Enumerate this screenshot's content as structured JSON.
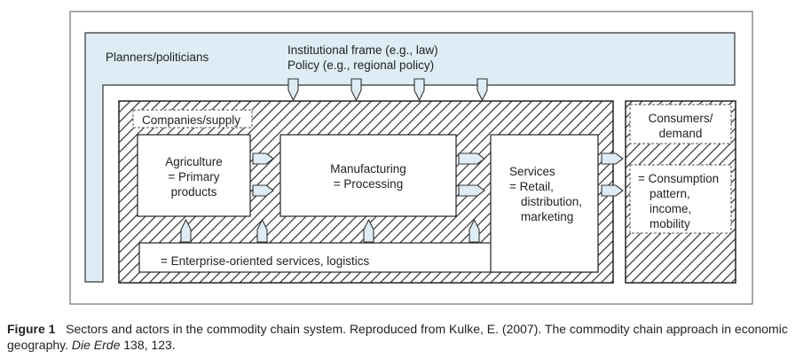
{
  "diagram": {
    "planners": "Planners/politicians",
    "institutional_line1": "Institutional frame (e.g., law)",
    "institutional_line2": "Policy (e.g., regional policy)",
    "companies": "Companies/supply",
    "agriculture": [
      "Agriculture",
      "= Primary",
      "products"
    ],
    "manufacturing": [
      "Manufacturing",
      "= Processing"
    ],
    "services": [
      "Services",
      "= Retail,",
      "distribution,",
      "marketing"
    ],
    "consumers": [
      "Consumers/",
      "demand"
    ],
    "consumption": [
      "= Consumption",
      "pattern,",
      "income,",
      "mobility"
    ],
    "enterprise": "= Enterprise-oriented services, logistics"
  },
  "caption": {
    "label": "Figure 1",
    "text1": "Sectors and actors in the commodity chain system. Reproduced from Kulke, E. (2007). The commodity chain approach in economic geography. ",
    "journal": "Die Erde",
    "text2": " 138, 123."
  },
  "colors": {
    "planner_fill": "#deedf5",
    "arrow_fill": "#deedf5",
    "stroke": "#222222"
  }
}
